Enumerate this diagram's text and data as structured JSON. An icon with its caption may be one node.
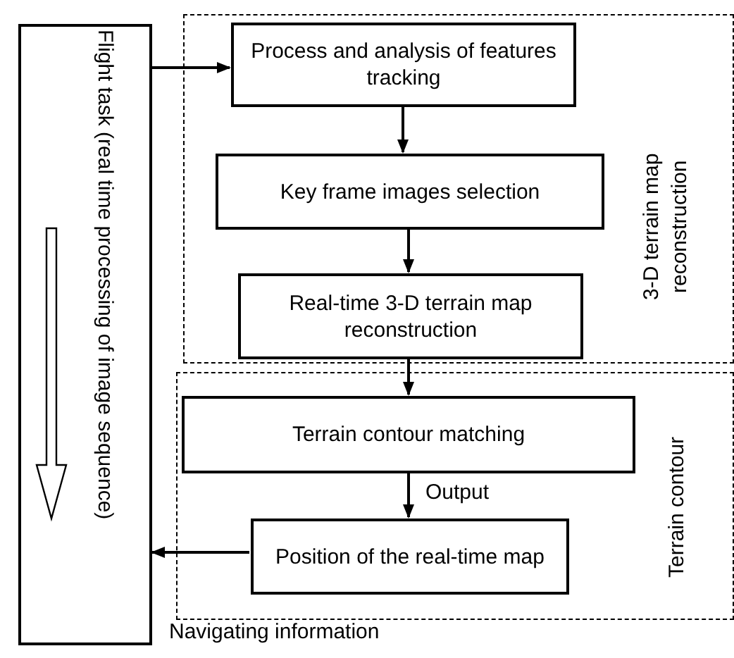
{
  "diagram": {
    "nodes": [
      {
        "text": [
          "Flight task (real time processing of image sequence)"
        ]
      },
      {
        "text": [
          "3-D terrain map reconstruction"
        ]
      },
      {
        "text": [
          "Process and analysis of features tracking"
        ],
        "in": 1
      },
      {
        "text": [
          "Key frame images selection"
        ],
        "in": 1
      },
      {
        "text": [
          "Real-time 3-D terrain map reconstruction"
        ],
        "in": 1
      },
      {
        "text": [
          "Terrain contour"
        ]
      },
      {
        "text": [
          "Terrain contour matching"
        ],
        "in": 5
      },
      {
        "text": [
          "Position of the real-time map"
        ],
        "in": 5
      }
    ],
    "edges": [
      {
        "from": 0,
        "to": 2,
        "arrow": "to"
      },
      {
        "from": 2,
        "to": 3,
        "arrow": "to"
      },
      {
        "from": 3,
        "to": 4,
        "arrow": "to"
      },
      {
        "from": 4,
        "to": 6,
        "arrow": "to"
      },
      {
        "from": 6,
        "to": 7,
        "arrow": "to",
        "label": "Output"
      },
      {
        "from": 7,
        "to": 0,
        "arrow": "to"
      }
    ],
    "labels": [
      "Navigating information"
    ]
  }
}
